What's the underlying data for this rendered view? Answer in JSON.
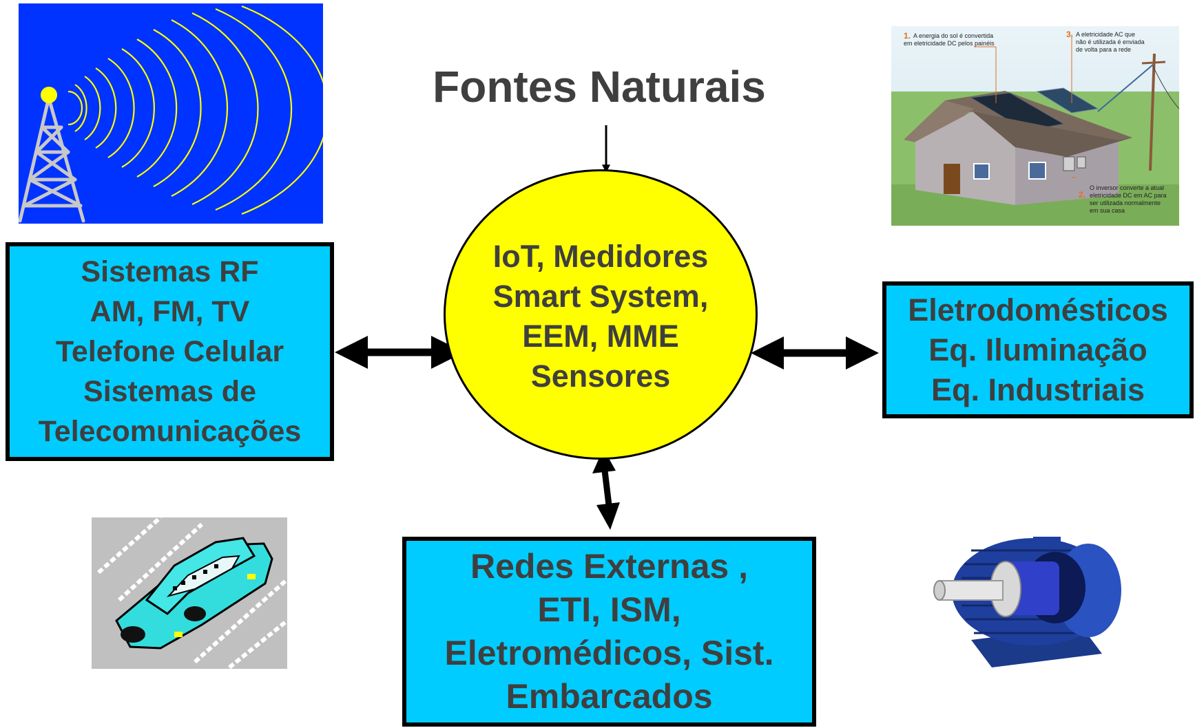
{
  "title": "Fontes Naturais",
  "hub": {
    "lines": [
      "IoT, Medidores",
      "Smart System,",
      "EEM, MME",
      "Sensores"
    ]
  },
  "left_box": {
    "lines": [
      "Sistemas RF",
      "AM, FM, TV",
      "Telefone Celular",
      "Sistemas de",
      "Telecomunicações"
    ]
  },
  "right_box": {
    "lines": [
      "Eletrodomésticos",
      "Eq. Iluminação",
      "Eq. Industriais"
    ]
  },
  "bottom_box": {
    "lines": [
      "Redes  Externas ,",
      "ETI, ISM,",
      "Eletromédicos, Sist.",
      "Embarcados"
    ]
  },
  "solar_image": {
    "note1_num": "1.",
    "note1": [
      "A energia do sol é convertida",
      "em eletricidade DC pelos painéis"
    ],
    "note3_num": "3.",
    "note3": [
      "A eletricidade AC que",
      "não é utilizada é enviada",
      "de volta para a rede"
    ],
    "note2_num": "2.",
    "note2": [
      "O inversor converte a atual",
      "eletricidade DC em AC para",
      "ser utilizada normalmente",
      "em sua casa"
    ]
  },
  "colors": {
    "box_fill": "#00ccff",
    "hub_fill": "#ffff00",
    "text": "#3f3f3f",
    "radio_bg": "#0033ff",
    "radio_waves": "#ffff00"
  },
  "icons": [
    "radio-tower-icon",
    "solar-house-icon",
    "car-icon",
    "electric-motor-icon"
  ]
}
